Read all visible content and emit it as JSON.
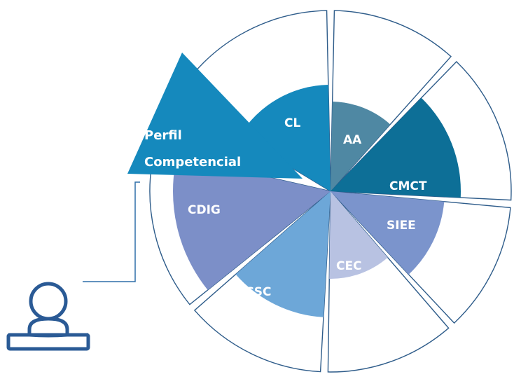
{
  "diagram": {
    "perfil_label_line1": "Perfil",
    "perfil_label_line2": "Competencial",
    "segments": [
      {
        "key": "cl",
        "label": "CL",
        "color": "#1589bd"
      },
      {
        "key": "aa",
        "label": "AA",
        "color": "#4f88a3"
      },
      {
        "key": "cmct",
        "label": "CMCT",
        "color": "#0d6f97"
      },
      {
        "key": "siee",
        "label": "SIEE",
        "color": "#7b94cc"
      },
      {
        "key": "cec",
        "label": "CEC",
        "color": "#b8c2e2"
      },
      {
        "key": "csc",
        "label": "CSC",
        "color": "#6da7d8"
      },
      {
        "key": "cdig",
        "label": "CDIG",
        "color": "#7c8fc8"
      }
    ],
    "colors": {
      "perfil": "#1589bd",
      "outline": "#2e5c8a",
      "person_icon": "#2a5a95"
    }
  }
}
